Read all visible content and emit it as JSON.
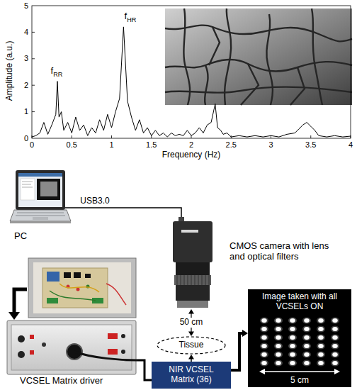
{
  "diagram": {
    "nodes": [
      {
        "text": [
          "PC"
        ]
      },
      {
        "text": [
          "CMOS camera with lens and optical filters"
        ]
      },
      {
        "text": [
          "Tissue"
        ]
      },
      {
        "text": [
          "NIR VCSEL Matrix (36)"
        ]
      },
      {
        "text": [
          "VCSEL Matrix driver"
        ]
      },
      {
        "text": [
          "Image taken with all VCSELs ON"
        ]
      }
    ],
    "edges": [
      {
        "from": 0,
        "to": 1,
        "label": "USB3.0",
        "arrow": "none"
      },
      {
        "from": 1,
        "to": 2,
        "label": "50 cm",
        "arrow": "both"
      },
      {
        "from": 3,
        "to": 2,
        "arrow": "to"
      },
      {
        "from": 4,
        "to": 3,
        "arrow": "none"
      },
      {
        "from": 3,
        "to": 5,
        "arrow": "to"
      }
    ],
    "labels": [
      "0",
      "1",
      "2",
      "3",
      "4",
      "5",
      "0",
      "0.5",
      "1",
      "1.5",
      "2",
      "2.5",
      "3",
      "3.5",
      "4",
      "Amplitude (a.u.)",
      "Frequency (Hz)",
      "fRR",
      "fHR",
      "5 cm"
    ]
  }
}
